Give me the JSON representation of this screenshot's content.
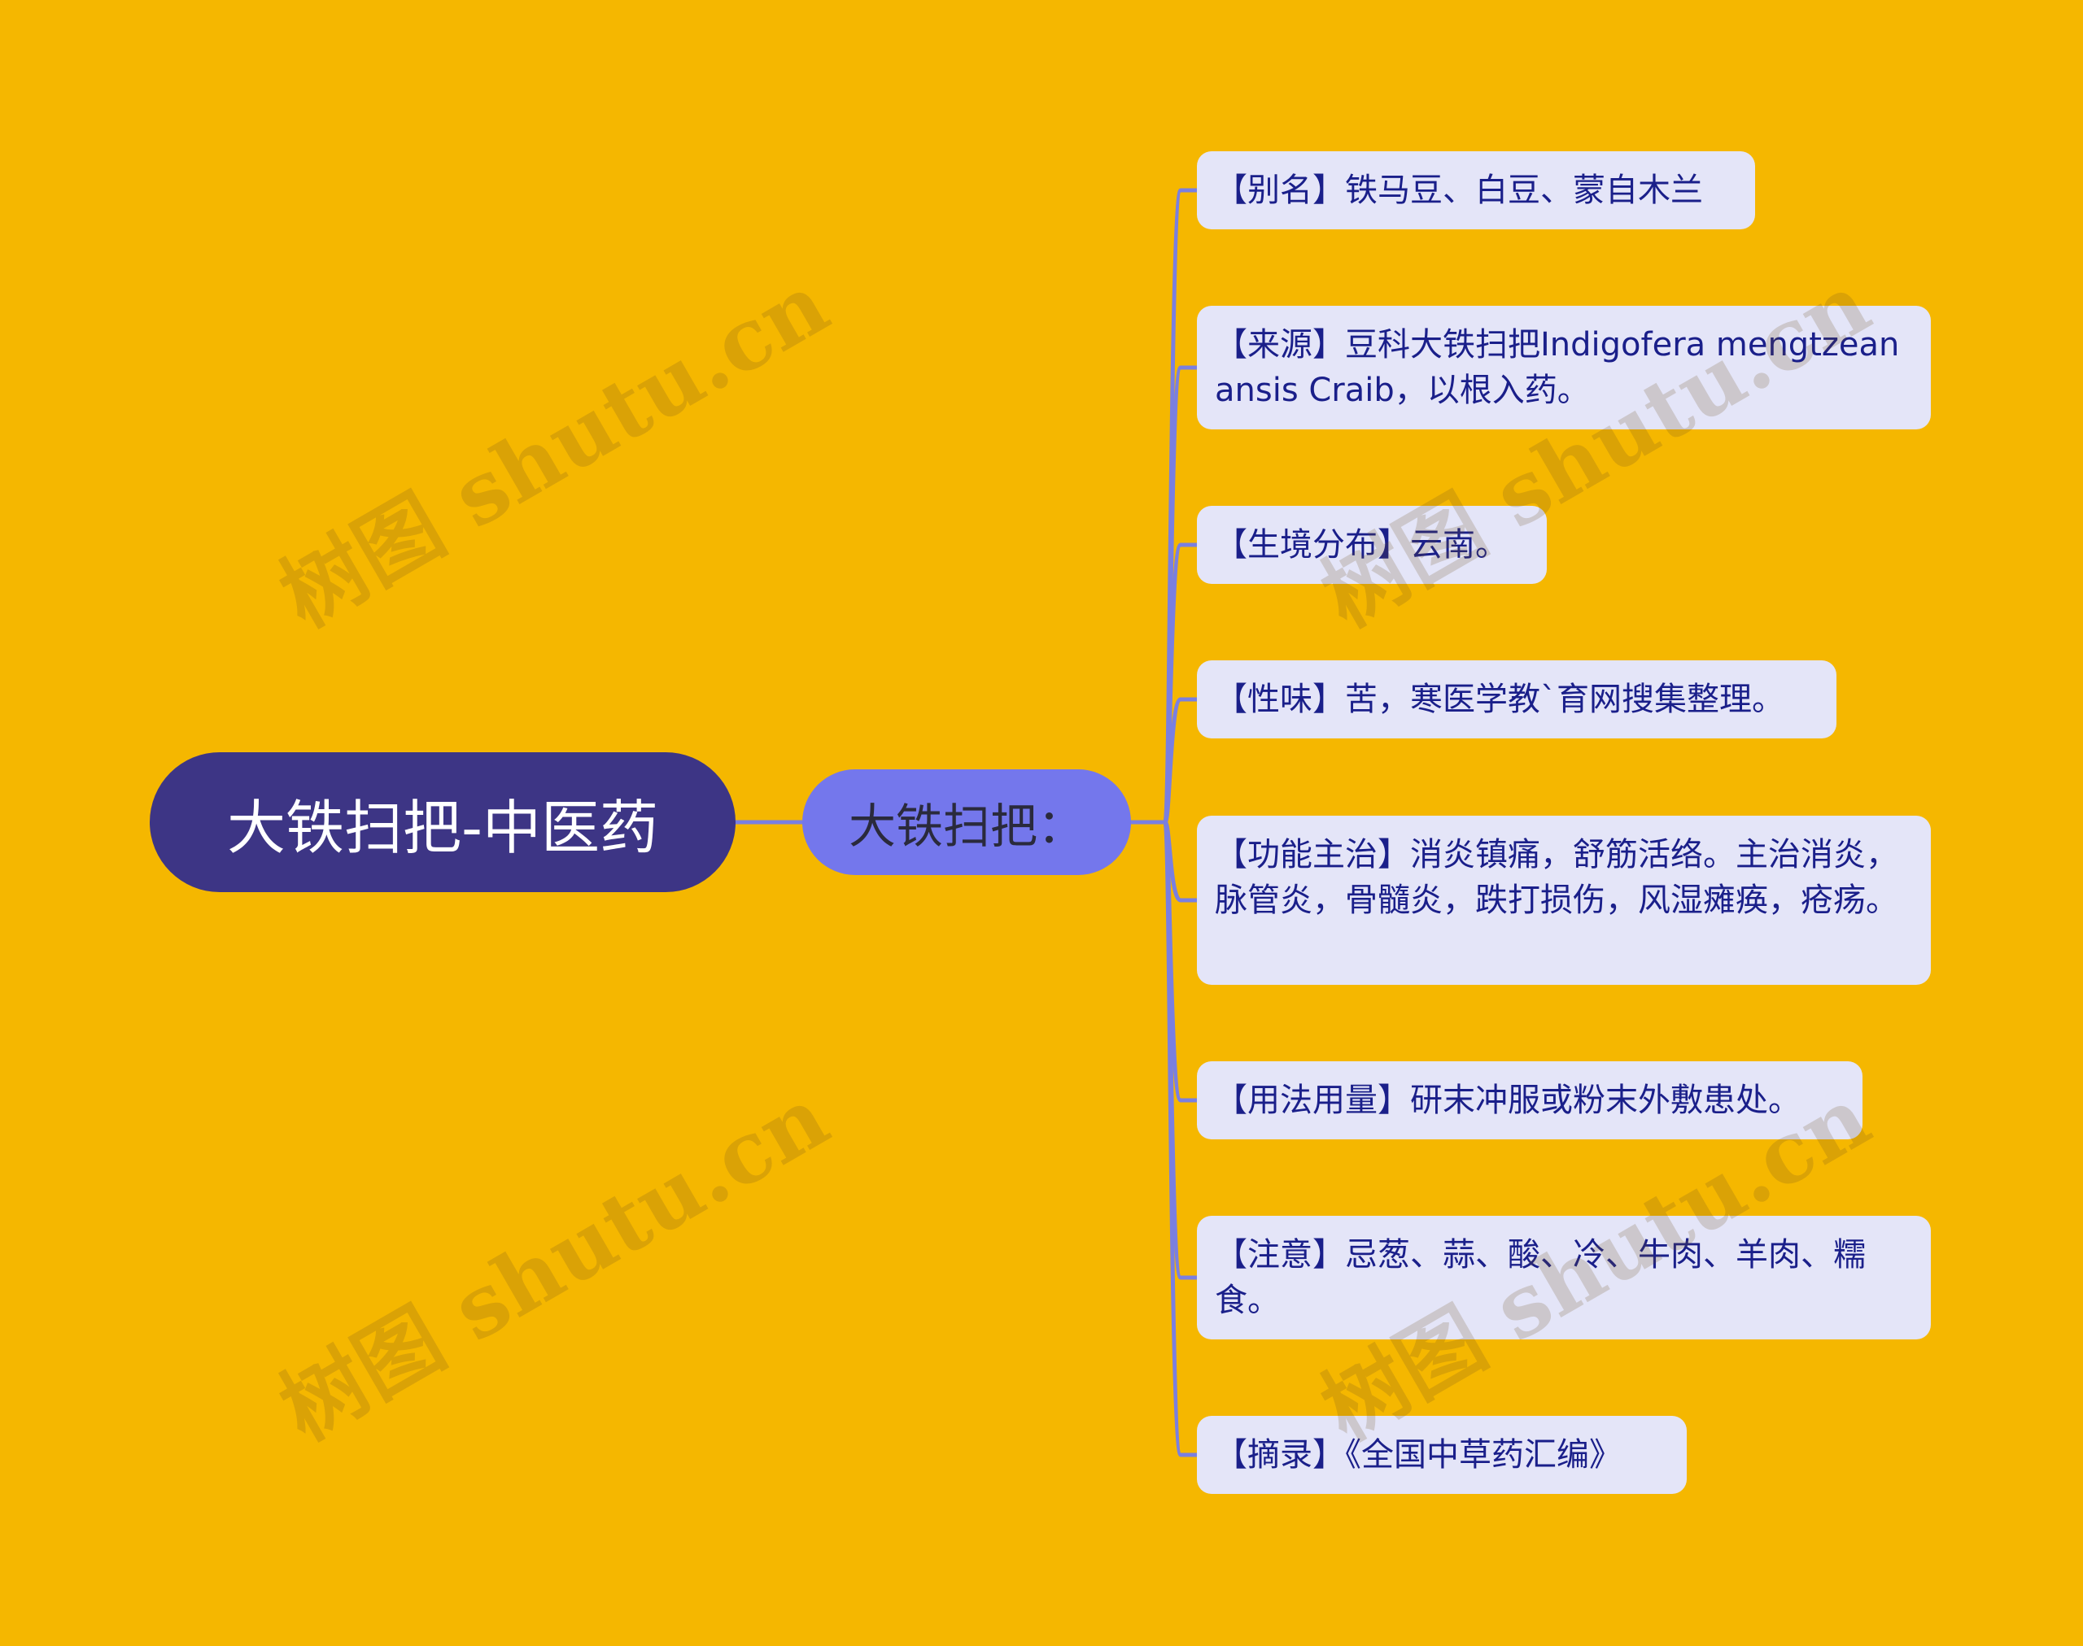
{
  "root": {
    "label": "大铁扫把-中医药"
  },
  "branch": {
    "label": "大铁扫把："
  },
  "leaves": [
    {
      "text": "【别名】铁马豆、白豆、蒙自木兰"
    },
    {
      "text": "【来源】豆科大铁扫把Indigofera mengtzeanansis Craib，以根入药。"
    },
    {
      "text": "【生境分布】云南。"
    },
    {
      "text": "【性味】苦，寒医学教`育网搜集整理。"
    },
    {
      "text": "【功能主治】消炎镇痛，舒筋活络。主治消炎，脉管炎，骨髓炎，跌打损伤，风湿瘫痪，疮疡。"
    },
    {
      "text": "【用法用量】研末冲服或粉末外敷患处。"
    },
    {
      "text": "【注意】忌葱、蒜、酸、冷、牛肉、羊肉、糯食。"
    },
    {
      "text": "【摘录】《全国中草药汇编》"
    }
  ],
  "watermark": {
    "text": "树图 shutu.cn"
  },
  "colors": {
    "background": "#F5B700",
    "root_fill": "#3D3585",
    "branch_fill": "#7477EC",
    "leaf_fill": "#E4E5F8",
    "leaf_text": "#1A1F8A",
    "connector": "#7477EC"
  }
}
